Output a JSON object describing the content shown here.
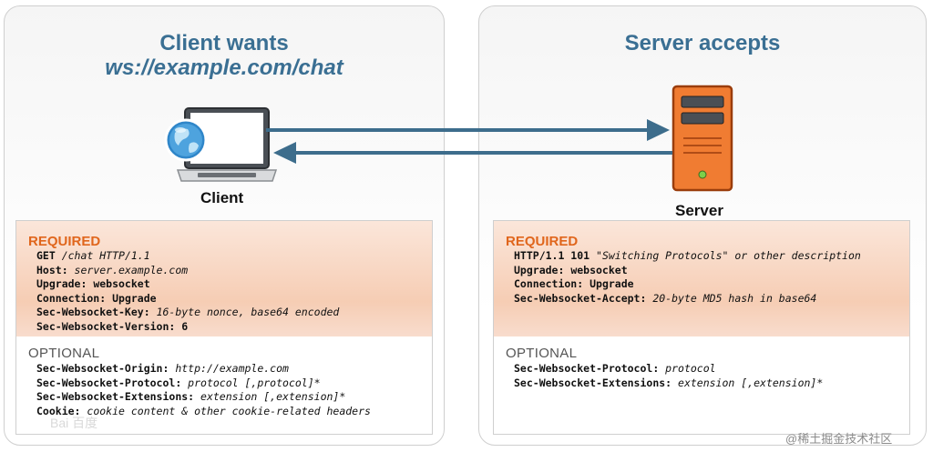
{
  "client": {
    "title_line1": "Client wants",
    "title_line2": "ws://example.com/chat",
    "device_label": "Client",
    "required_heading": "REQUIRED",
    "required_lines": [
      {
        "key": "GET",
        "value": "/chat HTTP/1.1"
      },
      {
        "key": "Host:",
        "value": "server.example.com"
      },
      {
        "key": "Upgrade:",
        "value": "websocket",
        "plain": true
      },
      {
        "key": "Connection:",
        "value": "Upgrade",
        "plain": true
      },
      {
        "key": "Sec-Websocket-Key:",
        "value": "16-byte nonce, base64 encoded"
      },
      {
        "key": "Sec-Websocket-Version:",
        "value": "6",
        "plain": true
      }
    ],
    "optional_heading": "OPTIONAL",
    "optional_lines": [
      {
        "key": "Sec-Websocket-Origin:",
        "value": "http://example.com"
      },
      {
        "key": "Sec-Websocket-Protocol:",
        "value": "protocol [,protocol]*"
      },
      {
        "key": "Sec-Websocket-Extensions:",
        "value": "extension [,extension]*"
      },
      {
        "key": "Cookie:",
        "value": "cookie content & other cookie-related headers"
      }
    ]
  },
  "server": {
    "title": "Server accepts",
    "device_label": "Server",
    "required_heading": "REQUIRED",
    "required_lines": [
      {
        "key": "HTTP/1.1 101",
        "value": "\"Switching Protocols\" or other description"
      },
      {
        "key": "Upgrade:",
        "value": "websocket",
        "plain": true
      },
      {
        "key": "Connection:",
        "value": "Upgrade",
        "plain": true
      },
      {
        "key": "Sec-Websocket-Accept:",
        "value": "20-byte MD5 hash in base64"
      }
    ],
    "optional_heading": "OPTIONAL",
    "optional_lines": [
      {
        "key": "Sec-Websocket-Protocol:",
        "value": "protocol"
      },
      {
        "key": "Sec-Websocket-Extensions:",
        "value": "extension [,extension]*"
      }
    ]
  },
  "watermarks": {
    "left": "Bai 百度",
    "right": "@稀土掘金技术社区"
  },
  "colors": {
    "title": "#3a6f93",
    "arrow": "#3d6d8c",
    "required": "#e0661c",
    "server_body": "#f07c32"
  },
  "icons": [
    "laptop-icon",
    "globe-icon",
    "server-icon"
  ]
}
